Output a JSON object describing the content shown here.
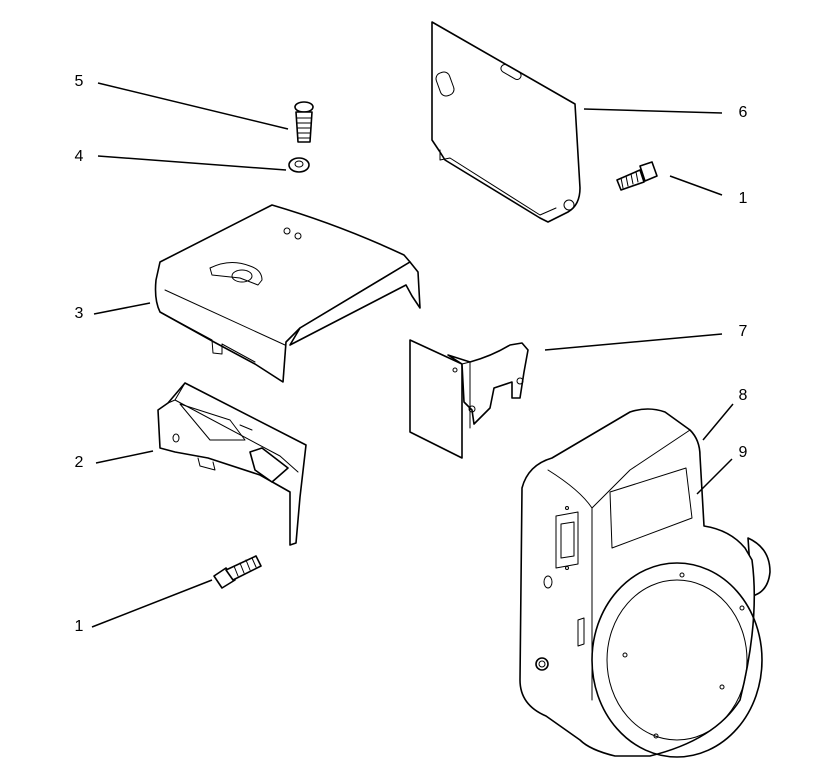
{
  "callouts": {
    "c1_top": "1",
    "c1_bottom": "1",
    "c2": "2",
    "c3": "3",
    "c4": "4",
    "c5": "5",
    "c6": "6",
    "c7": "7",
    "c8": "8",
    "c9": "9"
  },
  "colors": {
    "ink": "#000000",
    "paper": "#ffffff"
  }
}
